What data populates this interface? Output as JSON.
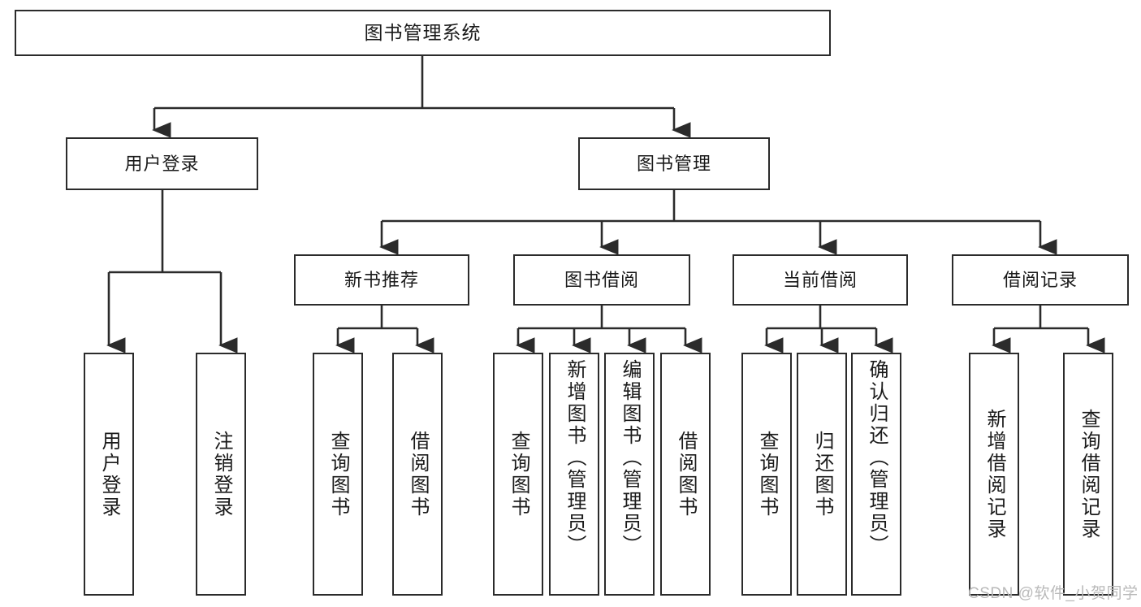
{
  "diagram": {
    "title": "图书管理系统",
    "type": "tree-hierarchy-chart",
    "watermark": "CSDN @软件_小贺同学",
    "colors": {
      "box_border": "#2b2b2b",
      "box_fill": "#ffffff",
      "connector": "#2b2b2b",
      "text": "#1a1a1a",
      "watermark": "#b9b9b9",
      "background": "#ffffff"
    },
    "root": {
      "label": "图书管理系统"
    },
    "level2": [
      {
        "label": "用户登录"
      },
      {
        "label": "图书管理"
      }
    ],
    "level3": [
      {
        "label": "新书推荐"
      },
      {
        "label": "图书借阅"
      },
      {
        "label": "当前借阅"
      },
      {
        "label": "借阅记录"
      }
    ],
    "leaves": {
      "user_login": [
        {
          "label": "用户登录"
        },
        {
          "label": "注销登录"
        }
      ],
      "new_book_recommend": [
        {
          "label": "查询图书"
        },
        {
          "label": "借阅图书"
        }
      ],
      "book_borrow": [
        {
          "label": "查询图书"
        },
        {
          "label": "新增图书（管理员）"
        },
        {
          "label": "编辑图书（管理员）"
        },
        {
          "label": "借阅图书"
        }
      ],
      "current_borrow": [
        {
          "label": "查询图书"
        },
        {
          "label": "归还图书"
        },
        {
          "label": "确认归还（管理员）"
        }
      ],
      "borrow_record": [
        {
          "label": "新增借阅记录"
        },
        {
          "label": "查询借阅记录"
        }
      ]
    }
  }
}
